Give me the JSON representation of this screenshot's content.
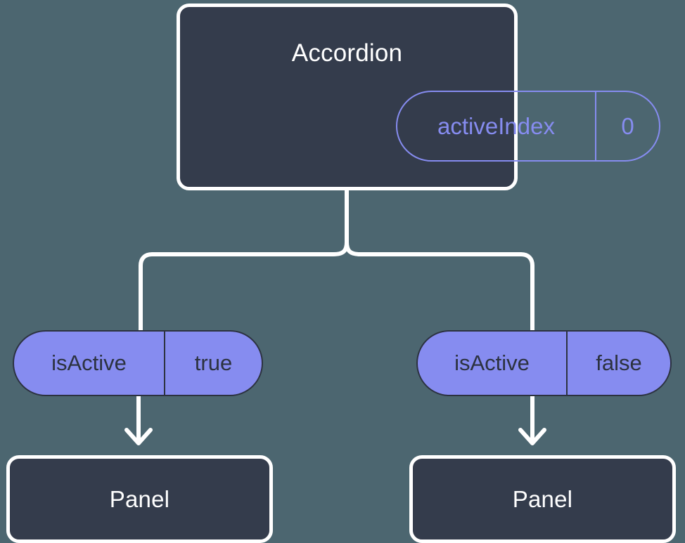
{
  "diagram": {
    "type": "component-state-tree",
    "background_color": "#4c6670",
    "node_fill_color": "#343c4c",
    "node_border_color": "#ffffff",
    "accent_color": "#868cf0",
    "pill_text_color": "#2c3240",
    "connector_color": "#ffffff"
  },
  "root": {
    "title": "Accordion",
    "prop": {
      "key": "activeIndex",
      "value": "0"
    }
  },
  "branches": [
    {
      "prop": {
        "key": "isActive",
        "value": "true"
      },
      "child": {
        "title": "Panel"
      }
    },
    {
      "prop": {
        "key": "isActive",
        "value": "false"
      },
      "child": {
        "title": "Panel"
      }
    }
  ]
}
